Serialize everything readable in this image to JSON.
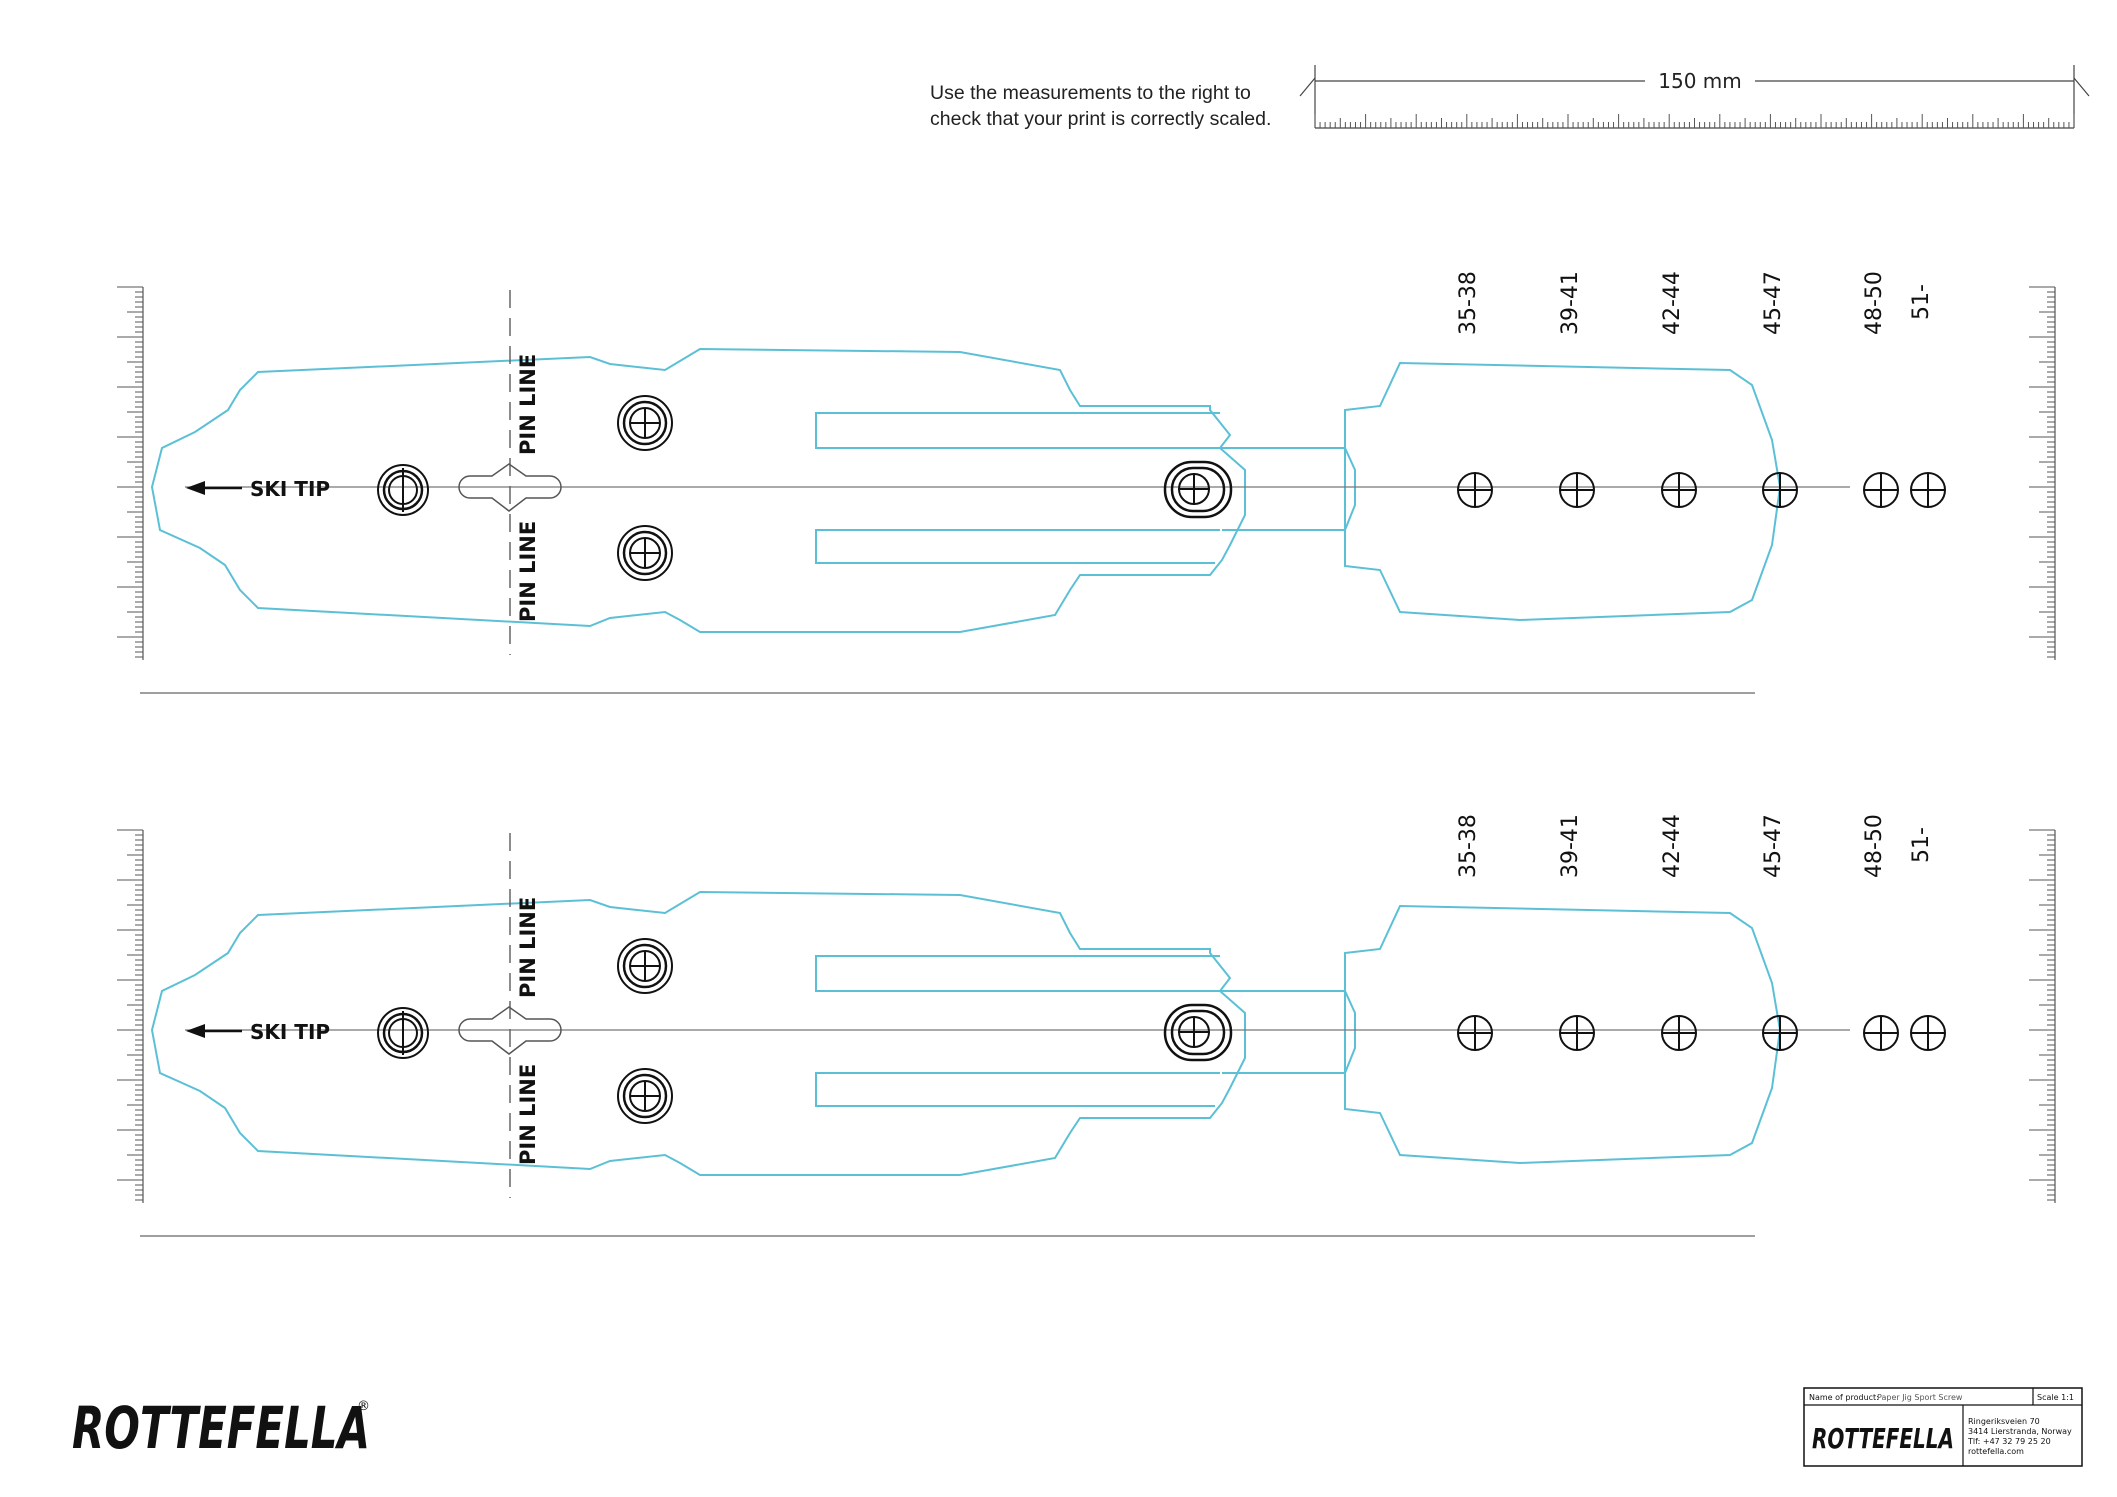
{
  "instruction": {
    "line1": "Use the measurements to the right to",
    "line2": "check that your print is correctly scaled."
  },
  "scale_bar": {
    "label": "150 mm",
    "length_mm": 150
  },
  "jigs": [
    {
      "ski_tip_label": "SKI TIP",
      "pin_line_labels": [
        "PIN LINE",
        "PIN LINE"
      ],
      "size_labels": [
        "35-38",
        "39-41",
        "42-44",
        "45-47",
        "48-50",
        "51-"
      ]
    },
    {
      "ski_tip_label": "SKI TIP",
      "pin_line_labels": [
        "PIN LINE",
        "PIN LINE"
      ],
      "size_labels": [
        "35-38",
        "39-41",
        "42-44",
        "45-47",
        "48-50",
        "51-"
      ]
    }
  ],
  "brand": {
    "name": "ROTTEFELLA",
    "registered": "®"
  },
  "title_block": {
    "product_label": "Name of product:",
    "product_value": "Paper Jig Sport Screw",
    "scale": "Scale 1:1",
    "address_lines": [
      "Ringeriksveien 70",
      "3414 Lierstranda, Norway",
      "Tlf: +47 32 79 25 20",
      "rottefella.com"
    ]
  },
  "colors": {
    "outline": "#5bc0d6",
    "ink": "#111111",
    "guide": "#777777"
  }
}
